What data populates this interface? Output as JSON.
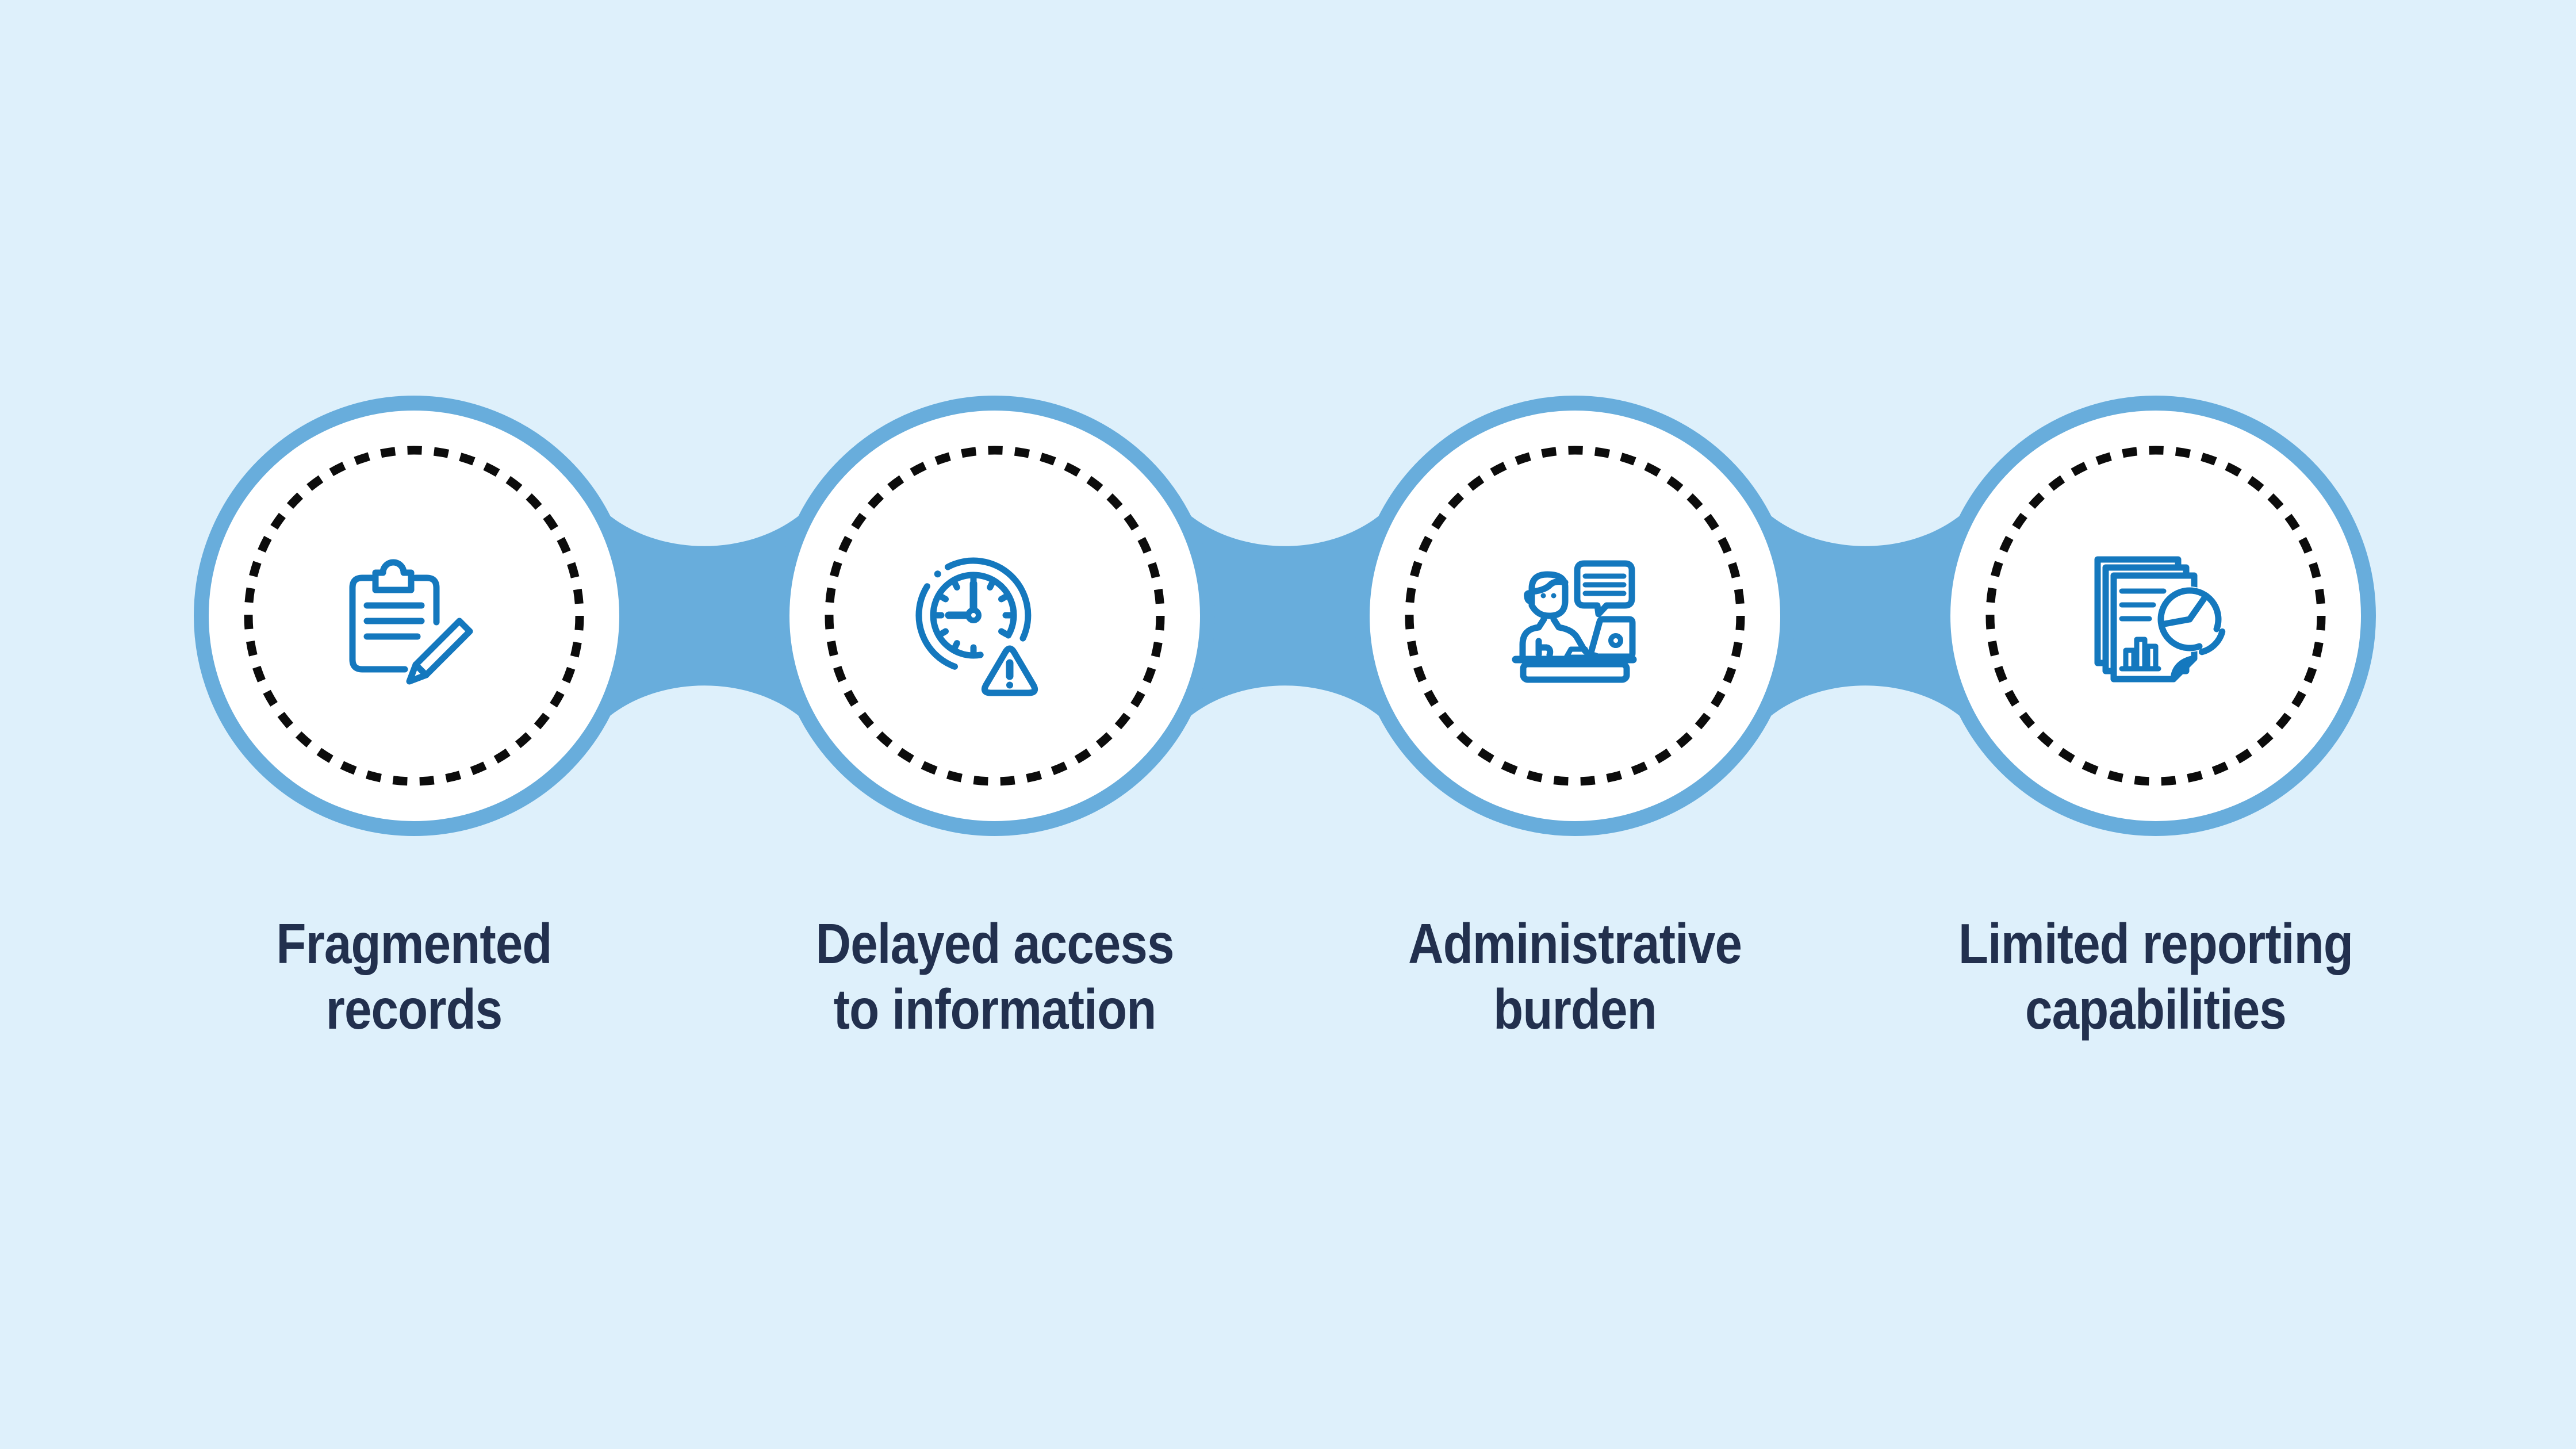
{
  "colors": {
    "background": "#def0fb",
    "accent_blue": "#68addc",
    "icon_blue": "#1478be",
    "text_navy": "#22304e",
    "dash_black": "#0c0c0c",
    "circle_fill": "#ffffff"
  },
  "steps": [
    {
      "icon": "clipboard-pencil-icon",
      "label_line1": "Fragmented",
      "label_line2": "records"
    },
    {
      "icon": "clock-warning-icon",
      "label_line1": "Delayed access",
      "label_line2": "to information"
    },
    {
      "icon": "person-desk-laptop-icon",
      "label_line1": "Administrative",
      "label_line2": "burden"
    },
    {
      "icon": "report-documents-pie-chart-icon",
      "label_line1": "Limited reporting",
      "label_line2": "capabilities"
    }
  ]
}
